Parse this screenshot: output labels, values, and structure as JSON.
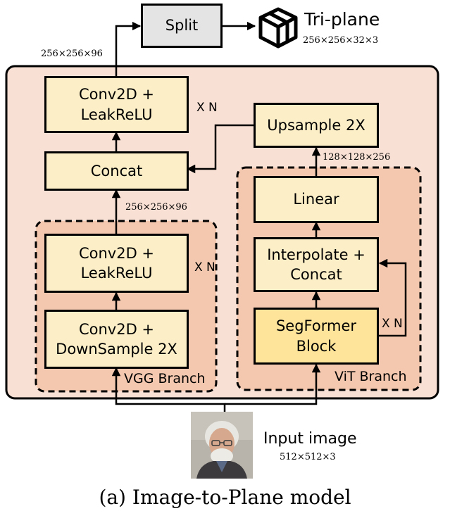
{
  "nodes": {
    "split": "Split",
    "conv_leak_top": [
      "Conv2D +",
      "LeakReLU"
    ],
    "concat": "Concat",
    "conv_leak_vgg": [
      "Conv2D +",
      "LeakReLU"
    ],
    "conv_down": [
      "Conv2D +",
      "DownSample 2X"
    ],
    "upsample": "Upsample 2X",
    "linear": "Linear",
    "interp_concat": [
      "Interpolate +",
      "Concat"
    ],
    "segformer": [
      "SegFormer",
      "Block"
    ]
  },
  "repeat_labels": {
    "top": "X N",
    "vgg": "X N",
    "vit": "X N"
  },
  "branches": {
    "vgg": "VGG Branch",
    "vit": "ViT Branch"
  },
  "output": {
    "title": "Tri-plane",
    "shape": "256×256×32×3",
    "icon": "cube-stack-icon"
  },
  "input": {
    "title": "Input image",
    "shape": "512×512×3",
    "image": "portrait-photo"
  },
  "shape_labels": {
    "pre_split": "256×256×96",
    "vgg_out": "256×256×96",
    "vit_up": "128×128×256"
  },
  "caption": "(a) Image-to-Plane model",
  "colors": {
    "outer_panel": "#f9e0d4",
    "branch_panel": "#f4c8ae",
    "box": "#fcefc7",
    "segformer_box": "#fde49a",
    "split_box": "#e4e4e4"
  }
}
